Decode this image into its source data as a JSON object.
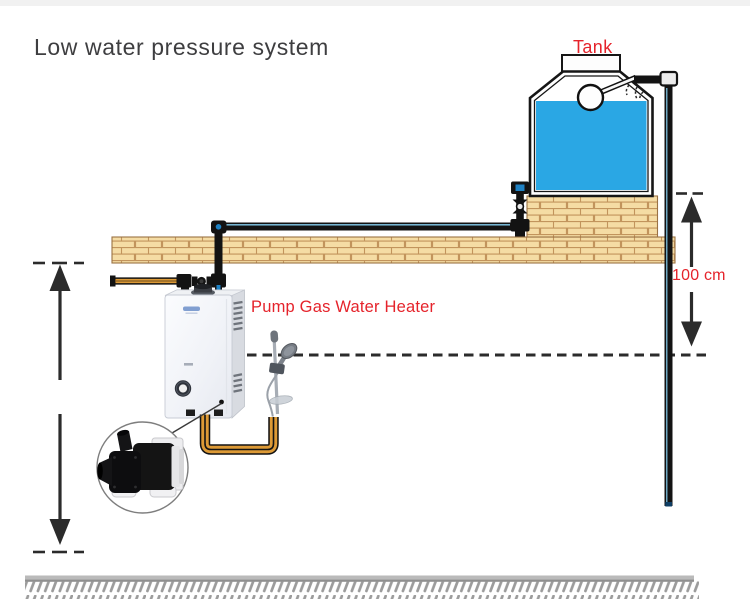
{
  "title": "Low water pressure system",
  "labels": {
    "tank": "Tank",
    "heater": "Pump Gas Water Heater",
    "dimension": "100 cm"
  },
  "colors": {
    "label_red": "#E5232B",
    "title_gray": "#3E3E40",
    "water_blue": "#2AA7E4",
    "pipe_blue": "#1F82C4",
    "pipe_highlight": "#85CDEE",
    "gas_pipe_orange": "#DD9A36",
    "brick_fill": "#F5DCA4",
    "brick_mortar": "#C2945C",
    "arrow_black": "#2B2B2B",
    "ground_gray": "#9C9C9C",
    "heater_body": "#F3F5F9"
  },
  "diagram": {
    "type": "plumbing-schematic",
    "components": [
      "water-tank",
      "tank-lid",
      "float-ball",
      "inlet-spout",
      "splash-marks",
      "brick-pedestal",
      "brick-wall-slab",
      "cold-supply-pipe",
      "shutoff-valve",
      "pipe-tee",
      "pipe-elbow",
      "gas-pipe",
      "pump-gas-water-heater",
      "flue-collar",
      "control-knob",
      "side-louvers",
      "bottom-ports",
      "booster-pump",
      "pump-callout-circle",
      "pump-wire",
      "hot-water-u-pipe",
      "hand-shower",
      "shower-rail",
      "soap-dish",
      "shower-hose",
      "height-dimension-left",
      "height-dimension-right",
      "shower-level-dashed-line",
      "overflow-drop-pipe",
      "ground-hatching"
    ]
  }
}
